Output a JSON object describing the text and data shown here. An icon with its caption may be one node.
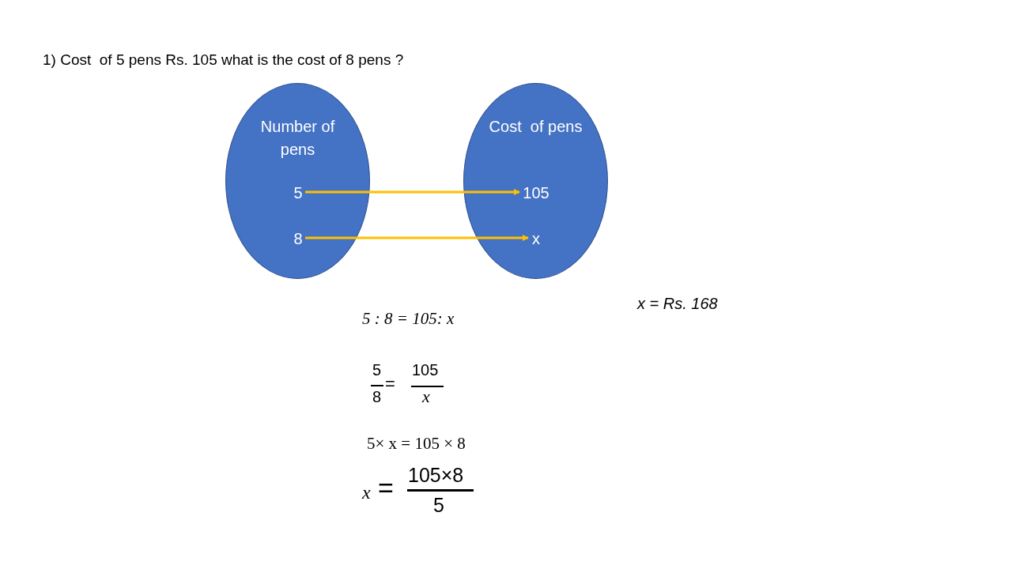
{
  "diagram": {
    "title": "1) Cost  of 5 pens Rs. 105 what is the cost of 8 pens ?",
    "nodes": [
      {
        "text": [
          "Number of pens"
        ]
      },
      {
        "text": [
          "Cost  of pens"
        ]
      },
      {
        "text": [
          "5"
        ],
        "in": 0
      },
      {
        "text": [
          "8"
        ],
        "in": 0
      },
      {
        "text": [
          "105"
        ],
        "in": 1
      },
      {
        "text": [
          "x"
        ],
        "in": 1
      }
    ],
    "edges": [
      {
        "from": 2,
        "to": 4,
        "arrow": "to"
      },
      {
        "from": 3,
        "to": 5,
        "arrow": "to"
      }
    ],
    "labels": [
      "x = Rs. 168",
      "5 : 8 = 105: x",
      "5",
      "8",
      "=",
      "105",
      "x",
      "5× x = 105 × 8",
      "x",
      "=",
      "105×8",
      "5"
    ]
  }
}
